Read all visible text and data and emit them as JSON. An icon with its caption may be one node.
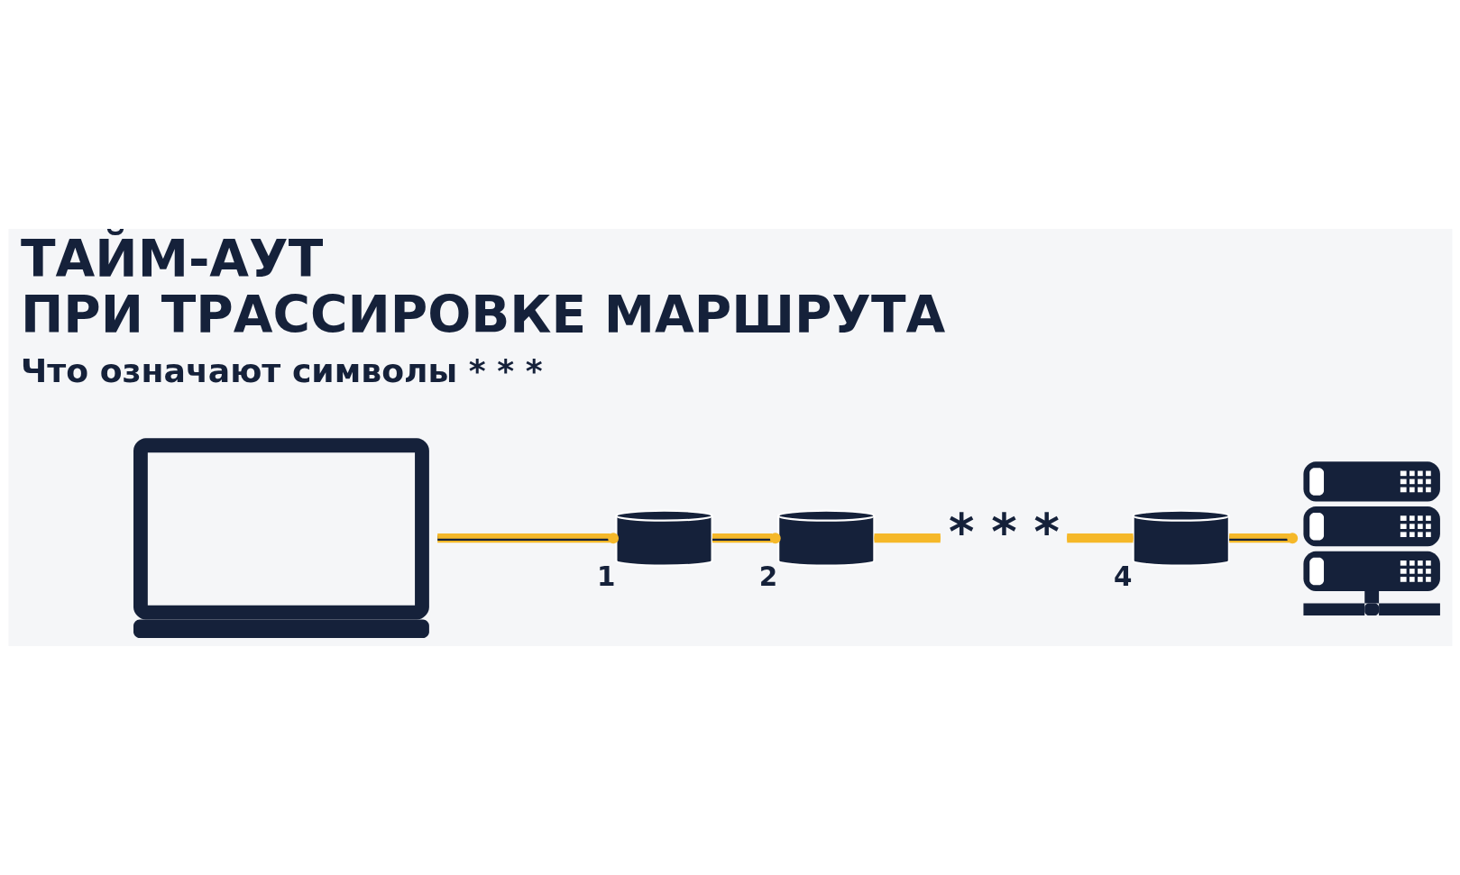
{
  "diagram": {
    "title": "ТАЙМ-АУТ ПРИ ТРАССИРОВКЕ МАРШРУТА",
    "nodes": [
      {
        "text": [],
        "shape": "laptop"
      },
      {
        "text": [],
        "shape": "cylinder",
        "beside": [
          "1"
        ]
      },
      {
        "text": [],
        "shape": "cylinder",
        "beside": [
          "2"
        ]
      },
      {
        "text": [
          "* * *"
        ]
      },
      {
        "text": [],
        "shape": "cylinder",
        "beside": [
          "4"
        ]
      },
      {
        "text": [],
        "shape": "server"
      }
    ],
    "edges": [
      {
        "from": 0,
        "to": 1,
        "arrow": "other"
      },
      {
        "from": 1,
        "to": 2,
        "arrow": "other"
      },
      {
        "from": 2,
        "to": 3,
        "arrow": "none"
      },
      {
        "from": 3,
        "to": 4,
        "arrow": "none"
      },
      {
        "from": 4,
        "to": 5,
        "arrow": "other"
      }
    ],
    "labels": [
      "Что означают символы * * *"
    ]
  }
}
